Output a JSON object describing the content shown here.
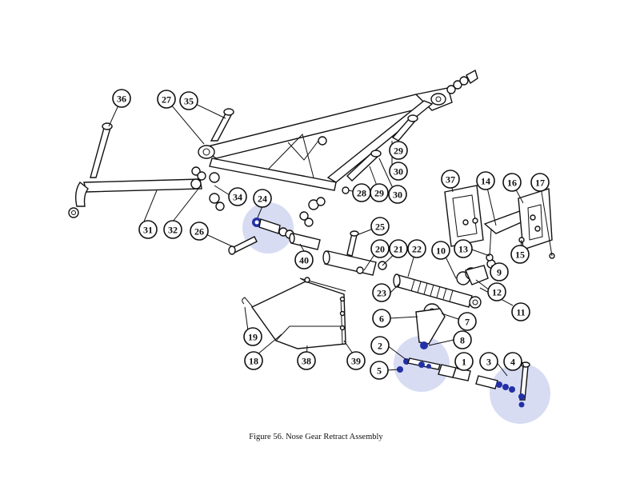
{
  "caption": "Figure 56.  Nose Gear Retract Assembly",
  "callouts": [
    "1",
    "2",
    "3",
    "4",
    "5",
    "6",
    "7",
    "8",
    "9",
    "10",
    "11",
    "12",
    "13",
    "14",
    "15",
    "16",
    "17",
    "18",
    "19",
    "20",
    "21",
    "22",
    "23",
    "24",
    "25",
    "26",
    "27",
    "28",
    "29",
    "30",
    "31",
    "32",
    "34",
    "35",
    "36",
    "37",
    "38",
    "39",
    "40"
  ],
  "colors": {
    "highlight": "#c9d0ef",
    "highlighted_part": "#2330a8",
    "ink": "#111111"
  }
}
